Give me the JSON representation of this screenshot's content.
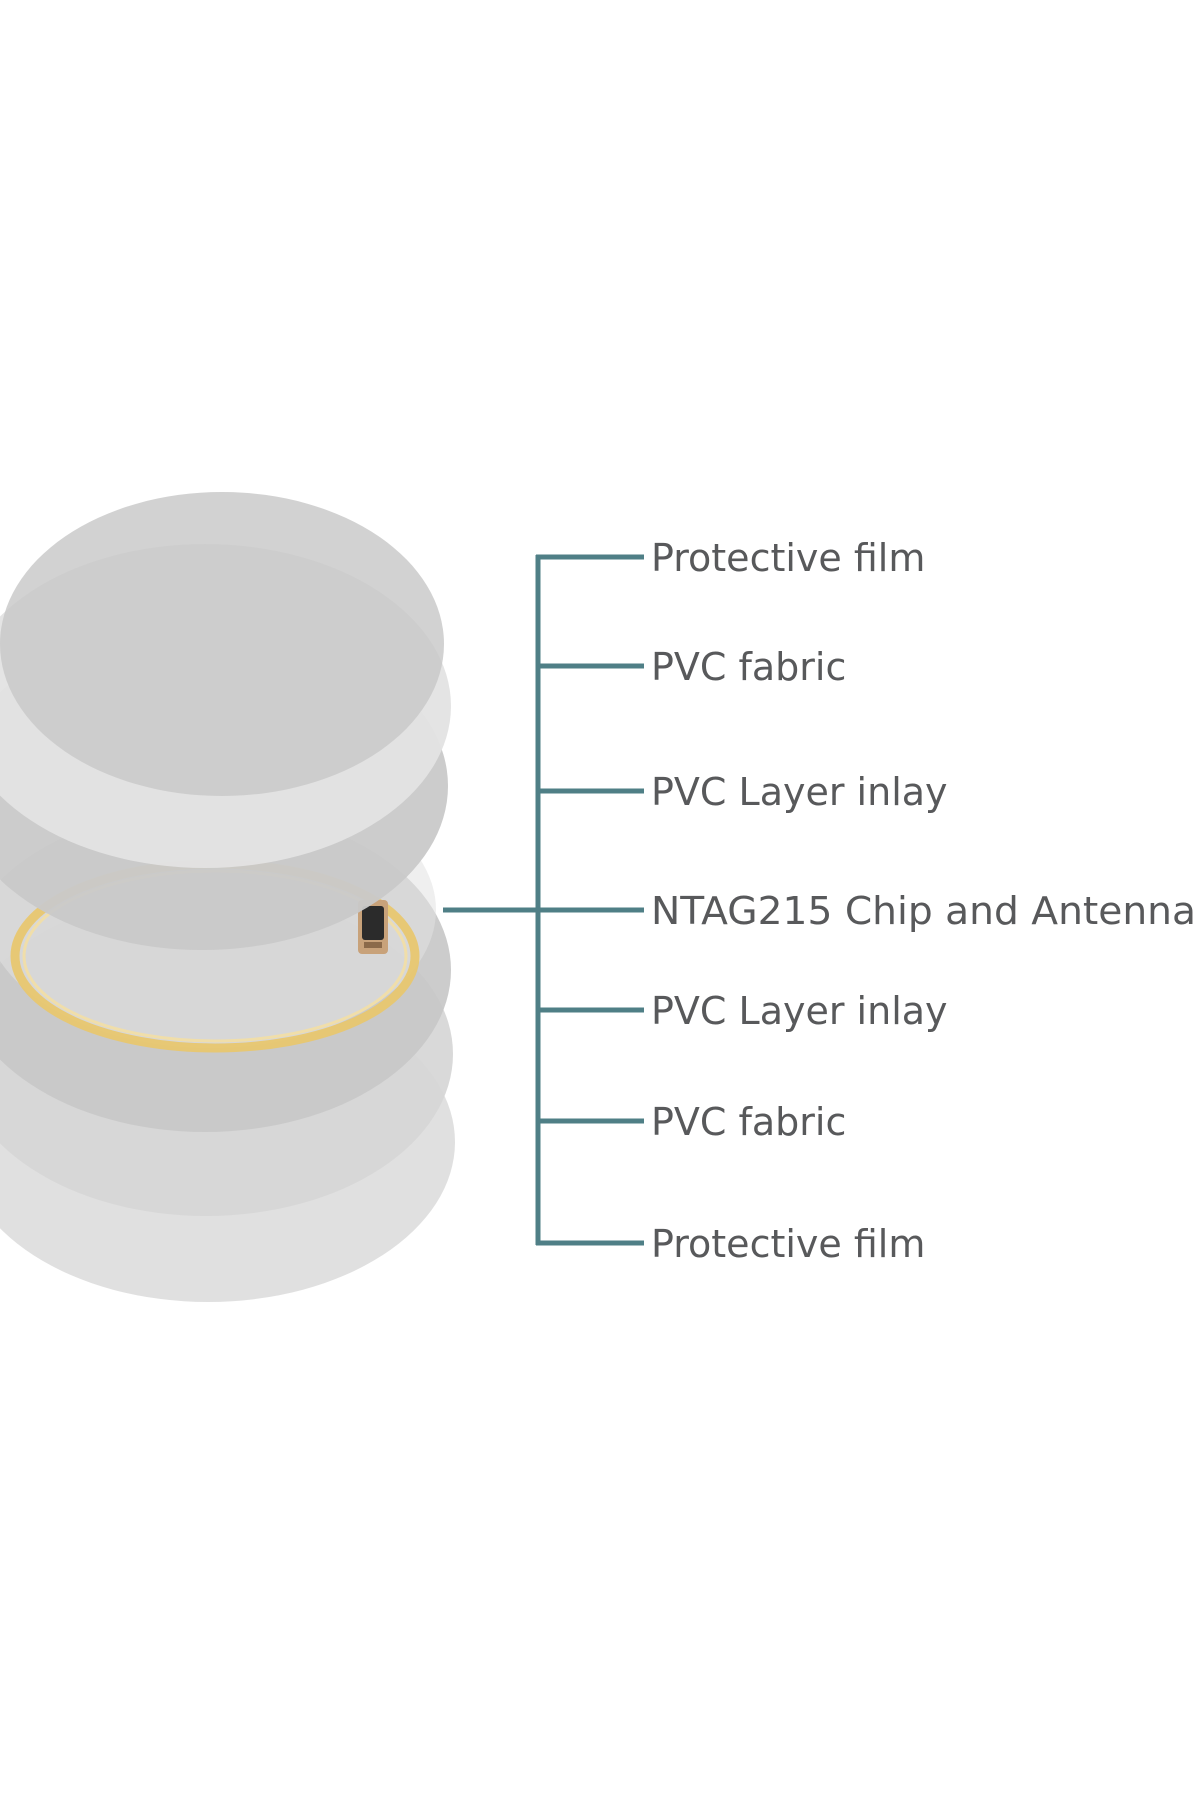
{
  "colors": {
    "background": "#ffffff",
    "connector": "#4f7f86",
    "label_text": "#58595b",
    "layer_light": "#dcdcdc",
    "layer_mid": "#cdcdcd",
    "layer_dark": "#c4c4c4",
    "antenna": "#e9c66a",
    "chip": "#2b2b2b"
  },
  "layers": [
    {
      "label": "Protective film"
    },
    {
      "label": "PVC fabric"
    },
    {
      "label": "PVC Layer inlay"
    },
    {
      "label": "NTAG215 Chip and Antenna"
    },
    {
      "label": "PVC Layer inlay"
    },
    {
      "label": "PVC fabric"
    },
    {
      "label": "Protective film"
    }
  ]
}
